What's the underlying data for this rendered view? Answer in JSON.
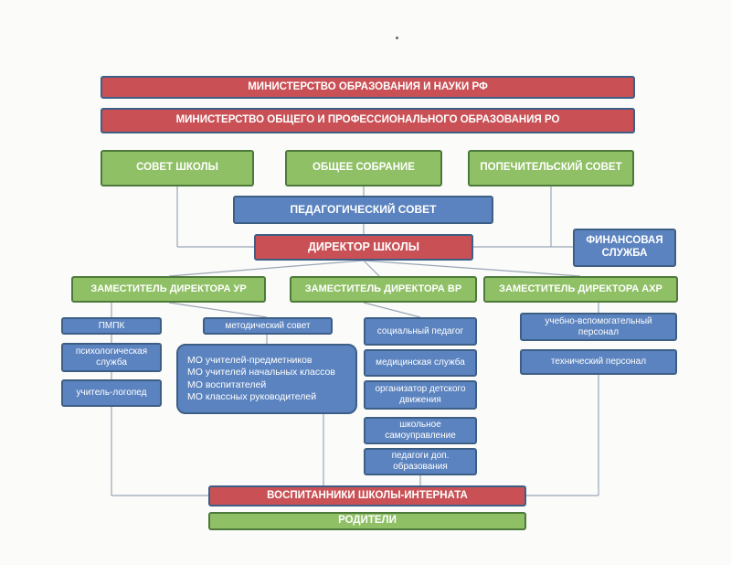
{
  "org": {
    "ministry_rf": "МИНИСТЕРСТВО ОБРАЗОВАНИЯ И НАУКИ РФ",
    "ministry_ro": "МИНИСТЕРСТВО ОБЩЕГО И ПРОФЕССИОНАЛЬНОГО ОБРАЗОВАНИЯ РО",
    "school_council": "СОВЕТ ШКОЛЫ",
    "general_meeting": "ОБЩЕЕ СОБРАНИЕ",
    "trustee_board": "ПОПЕЧИТЕЛЬСКИЙ СОВЕТ",
    "ped_council": "ПЕДАГОГИЧЕСКИЙ СОВЕТ",
    "director": "ДИРЕКТОР ШКОЛЫ",
    "finance": "ФИНАНСОВАЯ СЛУЖБА",
    "deputy_ur": "ЗАМЕСТИТЕЛЬ ДИРЕКТОРА УР",
    "deputy_vr": "ЗАМЕСТИТЕЛЬ ДИРЕКТОРА  ВР",
    "deputy_ahr": "ЗАМЕСТИТЕЛЬ ДИРЕКТОРА АХР",
    "pmpk": "ПМПК",
    "psych": "психологическая служба",
    "logoped": "учитель-логопед",
    "method_council": "методический совет",
    "mo_list": [
      "МО учителей-предметников",
      "МО учителей начальных классов",
      "МО воспитателей",
      "МО классных руководителей"
    ],
    "social_ped": "социальный педагог",
    "medical": "медицинская служба",
    "organizer": "организатор детского движения",
    "self_gov": "школьное самоуправление",
    "addl_teachers": "педагоги доп. образования",
    "support_staff": "учебно-вспомогательный персонал",
    "tech_staff": "технический персонал",
    "pupils": "ВОСПИТАННИКИ ШКОЛЫ-ИНТЕРНАТА",
    "parents": "РОДИТЕЛИ"
  },
  "colors": {
    "red": "#c95156",
    "green": "#8fc065",
    "blue": "#5b83bf",
    "connector": "#9aa6b6"
  }
}
